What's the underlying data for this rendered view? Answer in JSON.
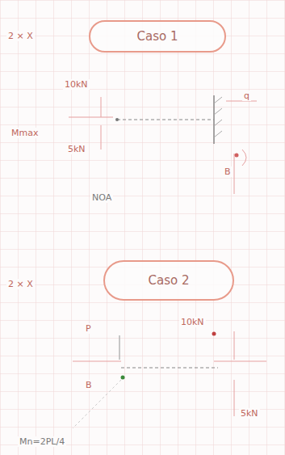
{
  "diagram": {
    "nodes": [
      {
        "text": [
          "Caso 1"
        ]
      },
      {
        "text": [
          "Caso 2"
        ]
      }
    ],
    "labels": [
      "2 × X",
      "10kN",
      "Mmax",
      "5kN",
      "q",
      "B",
      "NOA",
      "2 × X",
      "P",
      "B",
      "10kN",
      "5kN",
      "Mn=2PL/4"
    ]
  }
}
